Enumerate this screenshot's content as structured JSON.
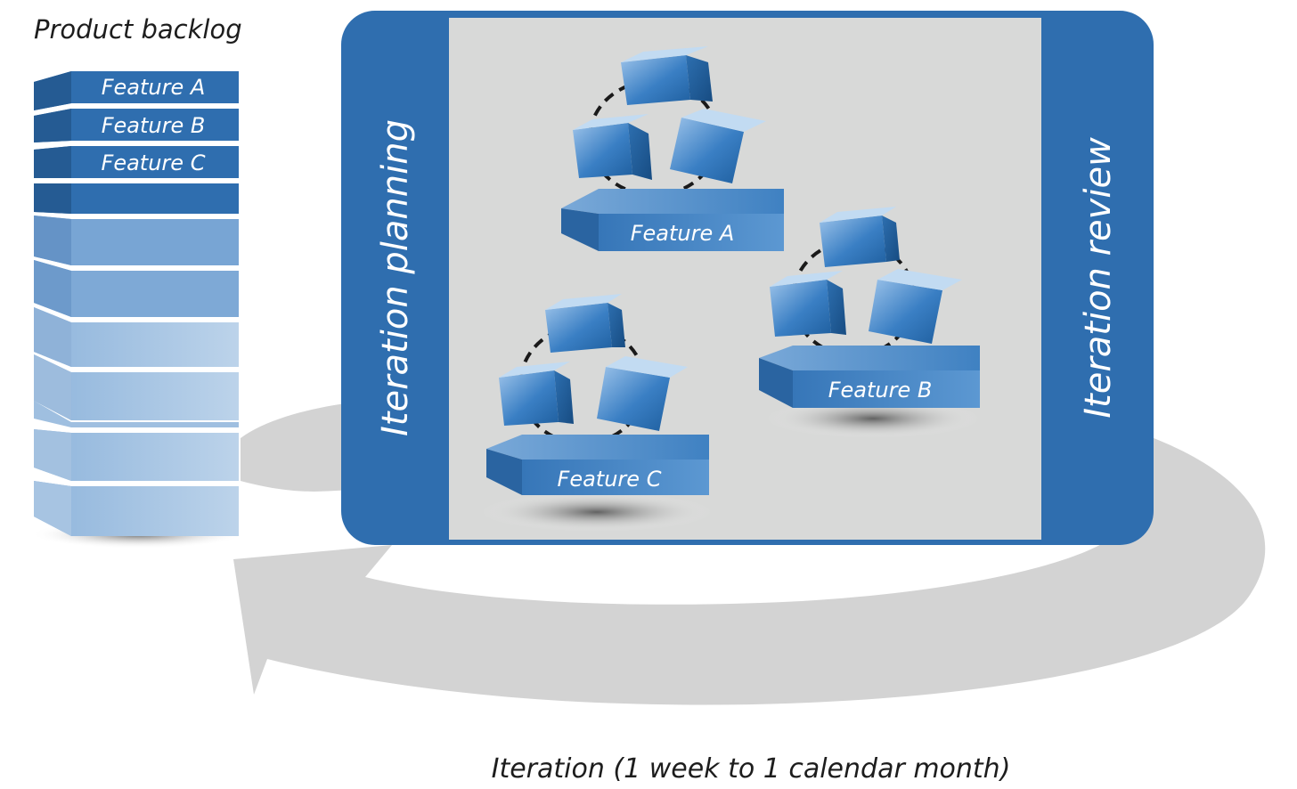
{
  "backlog": {
    "title": "Product backlog",
    "items": [
      "Feature A",
      "Feature B",
      "Feature C"
    ]
  },
  "iteration_box": {
    "left_label": "Iteration planning",
    "right_label": "Iteration review"
  },
  "teams": [
    {
      "feature": "Feature A"
    },
    {
      "feature": "Feature B"
    },
    {
      "feature": "Feature C"
    }
  ],
  "cycle_caption": "Iteration (1 week to 1 calendar month)",
  "colors": {
    "brand_blue": "#2f6eaf",
    "panel_gray": "#d8d9d8",
    "arrow_gray": "#d3d3d3",
    "light_blue": "#a9c6e6"
  }
}
